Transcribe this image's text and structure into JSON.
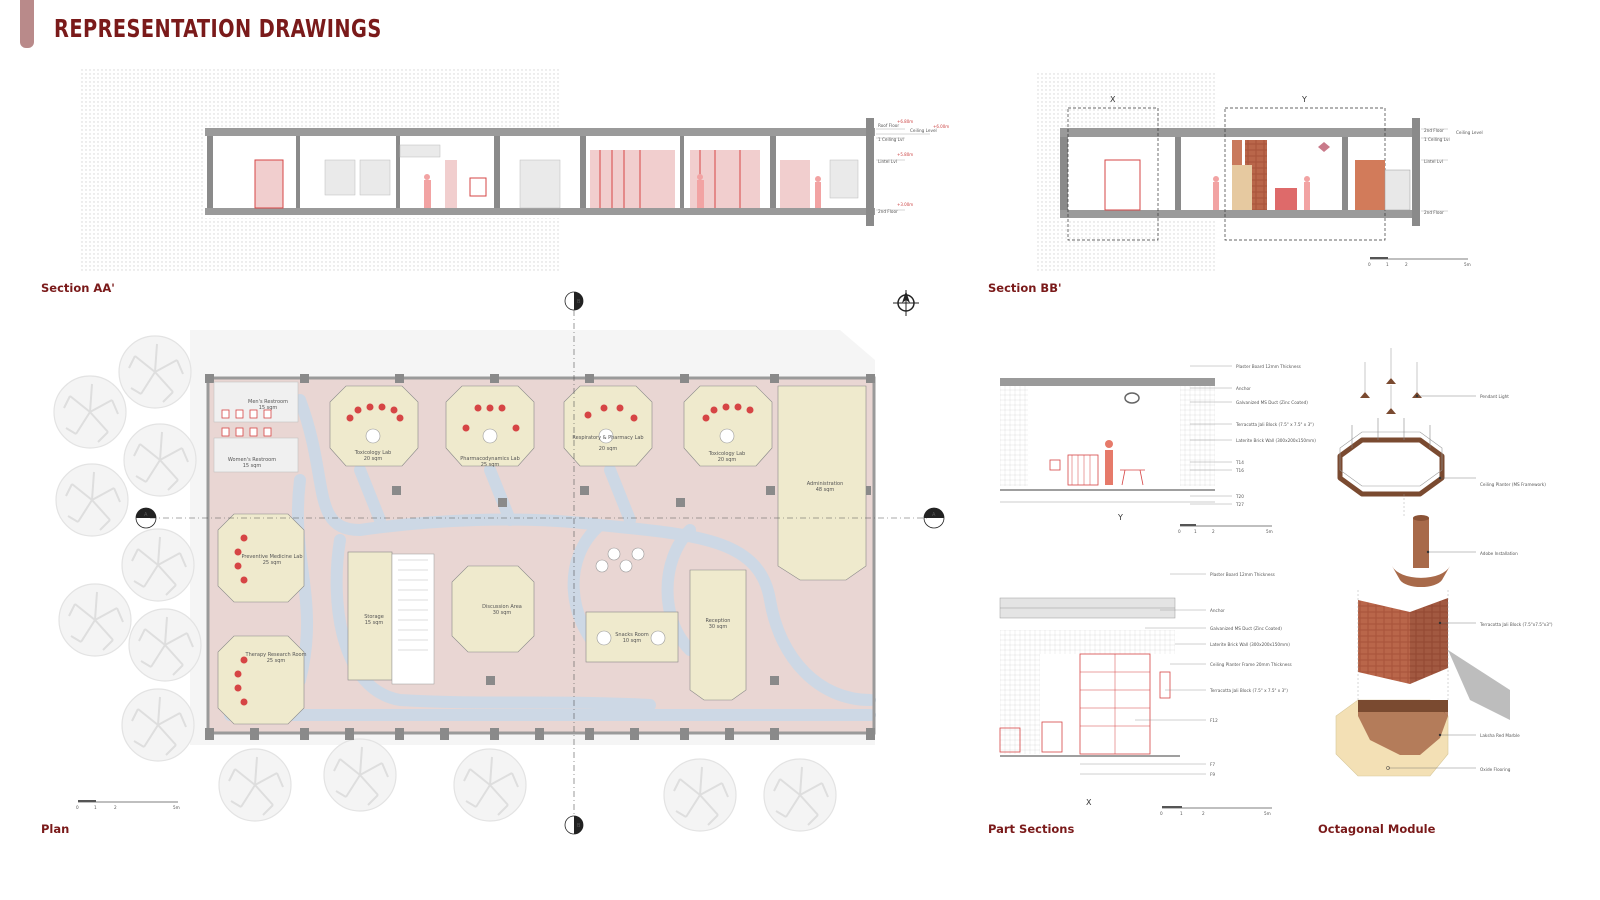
{
  "header": {
    "title": "REPRESENTATION DRAWINGS"
  },
  "captions": {
    "section_aa": "Section AA'",
    "section_bb": "Section BB'",
    "plan": "Plan",
    "part_sections": "Part Sections",
    "octagonal_module": "Octagonal Module"
  },
  "section_aa": {
    "levels": [
      "Roof Floor",
      "Ceiling Level",
      "1 Ceiling Lvl",
      "Lintel Lvl",
      "2nd Floor"
    ],
    "level_values": [
      "+6.80m",
      "+6.00m",
      "+5.80m",
      "+3.00m"
    ]
  },
  "section_bb": {
    "markers": [
      "X",
      "Y"
    ],
    "levels": [
      "2nd Floor",
      "Ceiling Level",
      "1 Ceiling Lvl",
      "Lintel Lvl",
      "2nd Floor"
    ],
    "scale": [
      "0",
      "1",
      "2",
      "5m"
    ]
  },
  "plan": {
    "section_markers": {
      "b": "B",
      "a": "A"
    },
    "rooms": [
      {
        "name": "Men's Restroom",
        "area": "15 sqm"
      },
      {
        "name": "Women's Restroom",
        "area": "15 sqm"
      },
      {
        "name": "Toxicology Lab",
        "area": "20 sqm"
      },
      {
        "name": "Pharmacodynamics Lab",
        "area": "25 sqm"
      },
      {
        "name": "Respiratory & Pharmacy Lab",
        "area": "20 sqm"
      },
      {
        "name": "Toxicology Lab",
        "area": "20 sqm"
      },
      {
        "name": "Administration",
        "area": "48 sqm"
      },
      {
        "name": "Preventive Medicine Lab",
        "area": "25 sqm"
      },
      {
        "name": "Storage",
        "area": "15 sqm"
      },
      {
        "name": "Discussion Area",
        "area": "30 sqm"
      },
      {
        "name": "Snacks Room",
        "area": "10 sqm"
      },
      {
        "name": "Reception",
        "area": "30 sqm"
      },
      {
        "name": "Therapy Research Room",
        "area": "25 sqm"
      }
    ],
    "scale": [
      "0",
      "1",
      "2",
      "5m"
    ]
  },
  "part_section_y": {
    "marker": "Y",
    "callouts": [
      "Plaster Board 12mm Thickness",
      "Anchor",
      "Galvanized MS Duct (Zinc Coated)",
      "Terracotta Jali Block (7.5\" x 7.5\" x 3\")",
      "Laterite Brick Wall (300x200x150mm)",
      "T14",
      "T16",
      "T20",
      "T27"
    ],
    "scale": [
      "0",
      "1",
      "2",
      "5m"
    ]
  },
  "part_section_x": {
    "marker": "X",
    "callouts": [
      "Plaster Board 12mm Thickness",
      "Anchor",
      "Galvanized MS Duct (Zinc Coated)",
      "Laterite Brick Wall (300x200x150mm)",
      "Ceiling Planter Frame 20mm Thickness",
      "Terracotta Jali Block (7.5\" x 7.5\" x 3\")",
      "F12",
      "F7",
      "F9"
    ],
    "scale": [
      "0",
      "1",
      "2",
      "5m"
    ]
  },
  "octagonal_module": {
    "callouts": [
      "Pendant Light",
      "Ceiling Planter (MS Framework)",
      "Adobe Installation",
      "Terracotta Jali Block (7.5\"x7.5\"x3\")",
      "Laksha Red Marble",
      "Oxide Flooring"
    ]
  },
  "colors": {
    "accent": "#7a1a1a",
    "red": "#d64545",
    "floor": "#e9d6d3",
    "lab": "#efeacd",
    "path": "#c8d8e8"
  }
}
